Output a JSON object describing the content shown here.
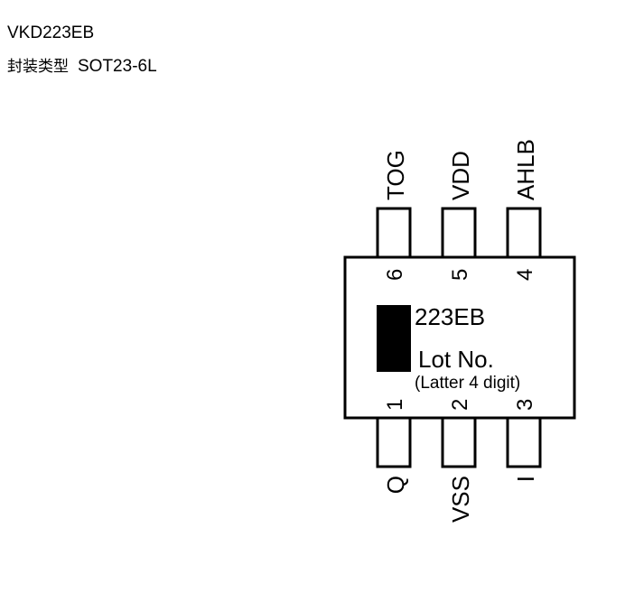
{
  "header": {
    "title": "VKD223EB",
    "package_label": "封装类型",
    "package_value": "SOT23-6L"
  },
  "chip": {
    "marking": "223EB",
    "lot_label": "Lot No.",
    "lot_note": "(Latter 4 digit)",
    "mark_color": "#000000"
  },
  "pins_top": [
    {
      "number": "6",
      "name": "TOG"
    },
    {
      "number": "5",
      "name": "VDD"
    },
    {
      "number": "4",
      "name": "AHLB"
    }
  ],
  "pins_bottom": [
    {
      "number": "1",
      "name": "Q"
    },
    {
      "number": "2",
      "name": "VSS"
    },
    {
      "number": "3",
      "name": "I"
    }
  ]
}
